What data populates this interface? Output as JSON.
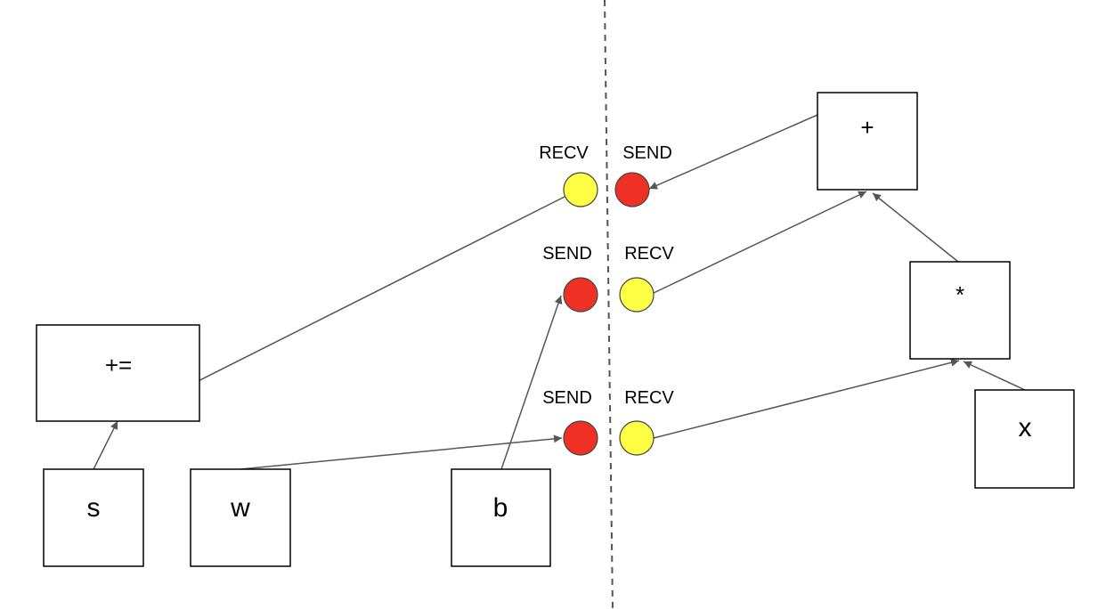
{
  "nodes": {
    "plus_assign": "+=",
    "s": "s",
    "w": "w",
    "b": "b",
    "plus": "+",
    "mul": "*",
    "x": "x"
  },
  "ports": {
    "top_left": "RECV",
    "top_right": "SEND",
    "mid_left": "SEND",
    "mid_right": "RECV",
    "bottom_left": "SEND",
    "bottom_right": "RECV"
  },
  "colors": {
    "send": "#ee3124",
    "recv": "#ffff44",
    "edge": "#555555",
    "divider": "#555555"
  }
}
